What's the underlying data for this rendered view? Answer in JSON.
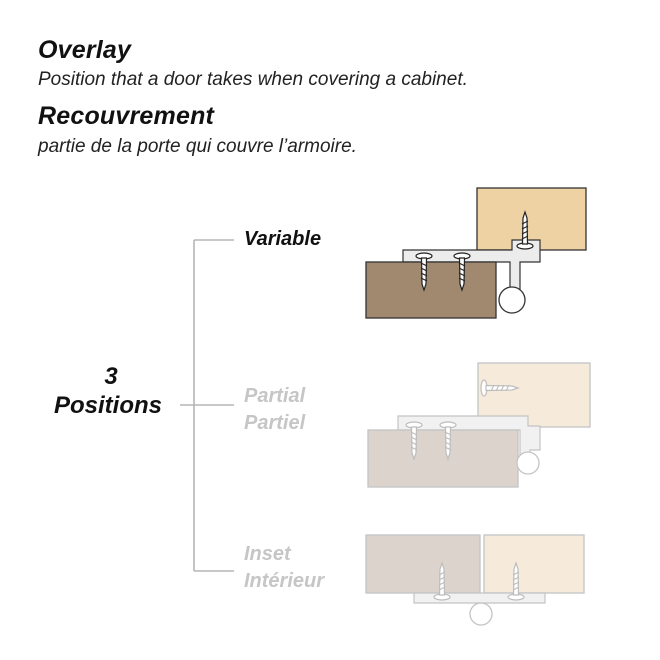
{
  "definitions": [
    {
      "term": "Overlay",
      "description": "Position that a door takes when covering a cabinet."
    },
    {
      "term": "Recouvrement",
      "description": "partie de la porte qui couvre l’armoire."
    }
  ],
  "positions_heading": {
    "count": "3",
    "label": "Positions"
  },
  "options": [
    {
      "label_en": "Variable",
      "label_fr": ""
    },
    {
      "label_en": "Partial",
      "label_fr": "Partiel"
    },
    {
      "label_en": "Inset",
      "label_fr": "Intérieur"
    }
  ],
  "colors": {
    "text": "#111111",
    "faded_text": "#c6c6c6",
    "bracket_line": "#b5b5b5",
    "cabinet_wood": "#efd2a4",
    "door_wood": "#a0896f",
    "faded_cabinet_wood": "#f6eadb",
    "faded_door_wood": "#dcd4cc",
    "hinge_metal": "#e8e8e8"
  }
}
